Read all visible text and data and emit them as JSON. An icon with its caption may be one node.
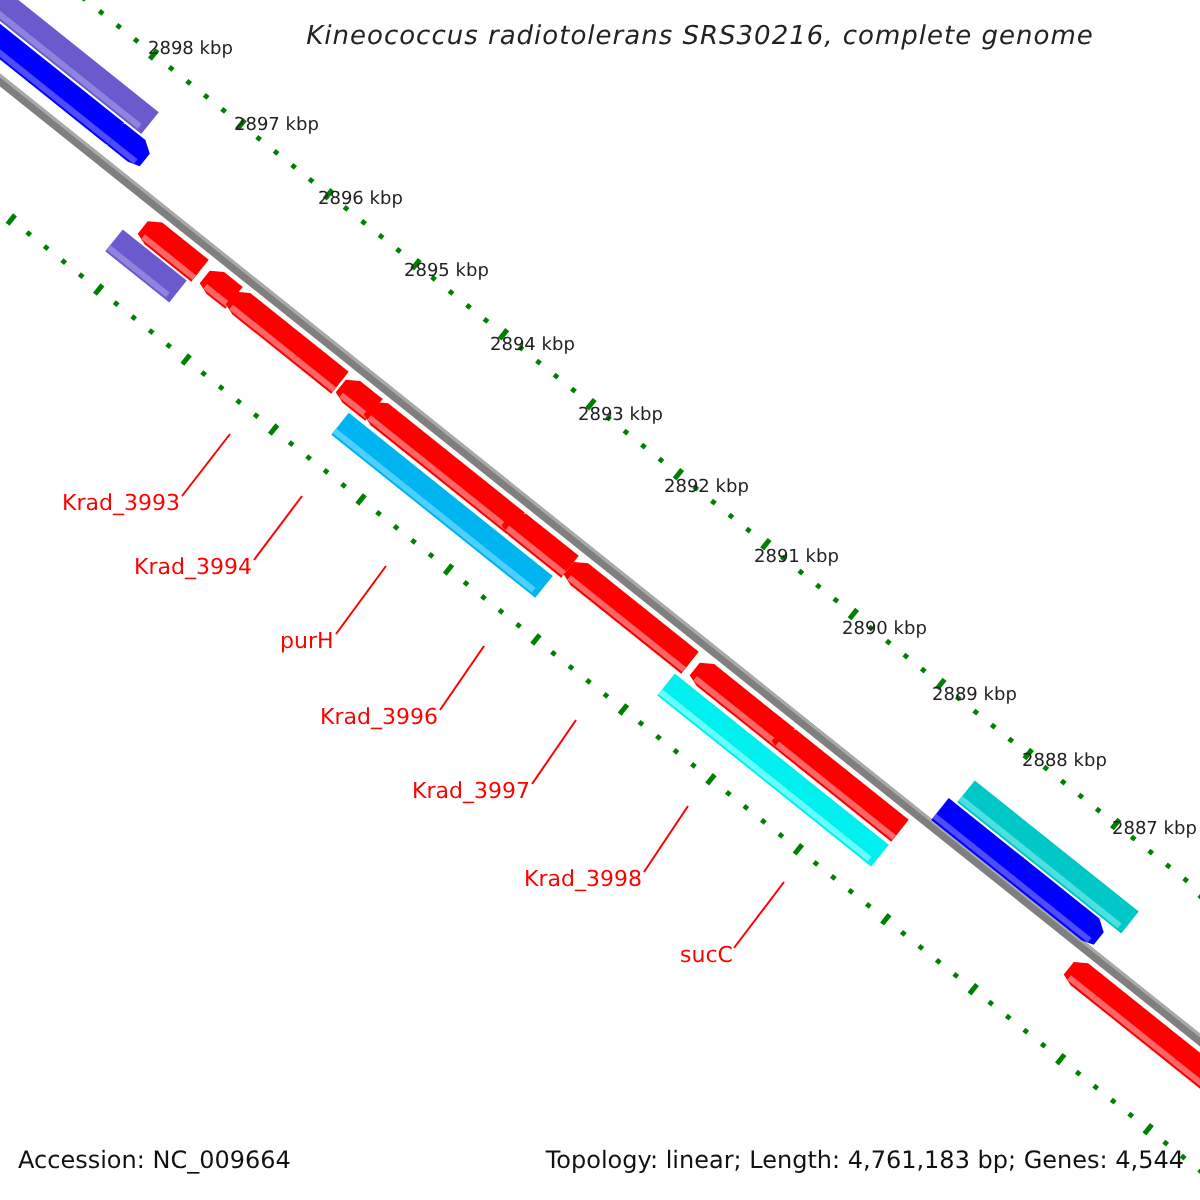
{
  "diagram": {
    "title": "Kineococcus radiotolerans SRS30216, complete genome",
    "nodes": [
      {
        "text": [
          "Krad_3993"
        ]
      },
      {
        "text": [
          "Krad_3994"
        ]
      },
      {
        "text": [
          "purH"
        ]
      },
      {
        "text": [
          "Krad_3996"
        ]
      },
      {
        "text": [
          "Krad_3997"
        ]
      },
      {
        "text": [
          "Krad_3998"
        ]
      },
      {
        "text": [
          "sucC"
        ]
      }
    ],
    "edges": [
      {
        "from": 0,
        "to": null,
        "arrow": "none"
      },
      {
        "from": 1,
        "to": null,
        "arrow": "none"
      },
      {
        "from": 2,
        "to": null,
        "arrow": "none"
      },
      {
        "from": 3,
        "to": null,
        "arrow": "none"
      },
      {
        "from": 4,
        "to": null,
        "arrow": "none"
      },
      {
        "from": 5,
        "to": null,
        "arrow": "none"
      },
      {
        "from": 6,
        "to": null,
        "arrow": "none"
      }
    ],
    "labels": [
      "2898 kbp",
      "2897 kbp",
      "2896 kbp",
      "2895 kbp",
      "2894 kbp",
      "2893 kbp",
      "2892 kbp",
      "2891 kbp",
      "2890 kbp",
      "2889 kbp",
      "2888 kbp",
      "2887 kbp",
      "Accession: NC_009664",
      "Topology: linear; Length: 4,761,183 bp; Genes: 4,544"
    ]
  }
}
